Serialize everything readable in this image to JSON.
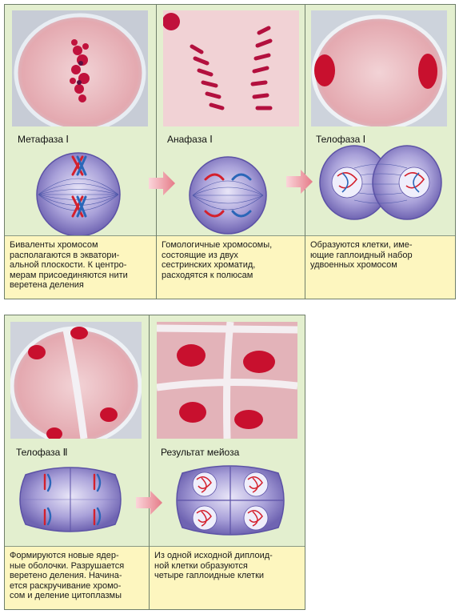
{
  "stages": {
    "metaphase1": "Метафаза Ⅰ",
    "anaphase1": "Анафаза Ⅰ",
    "telophase1": "Телофаза Ⅰ",
    "telophase2": "Телофаза Ⅱ",
    "result": "Результат мейоза"
  },
  "captions": {
    "metaphase1": "Биваленты хромосом\nрасполагаются в экватори-\nальной плоскости. К центро-\nмерам присоединяются нити\nверетена деления",
    "anaphase1": "Гомологичные хромосомы,\nсостоящие из двух\nсестринских хроматид,\nрасходятся к полюсам",
    "telophase1": "Образуются клетки, име-\nющие гаплоидный набор\nудвоенных хромосом",
    "telophase2": "Формируются новые ядер-\nные оболочки. Разрушается\nверетено деления. Начина-\nется раскручивание хромо-\nсом и деление цитоплазмы",
    "result": "Из одной исходной диплоид-\nной клетки образуются\nчетыре гаплоидные клетки"
  },
  "colors": {
    "panel": "#e3efcf",
    "caption": "#fdf6bf",
    "cell": "#8d83c7",
    "chromosome_red": "#d4202c",
    "chromosome_blue": "#2a66b8",
    "arrow": "#e88a94",
    "photo_bg": "#e9b7bd",
    "chromatin": "#c9103f"
  },
  "icons": {
    "arrow": "right-arrow-icon"
  }
}
